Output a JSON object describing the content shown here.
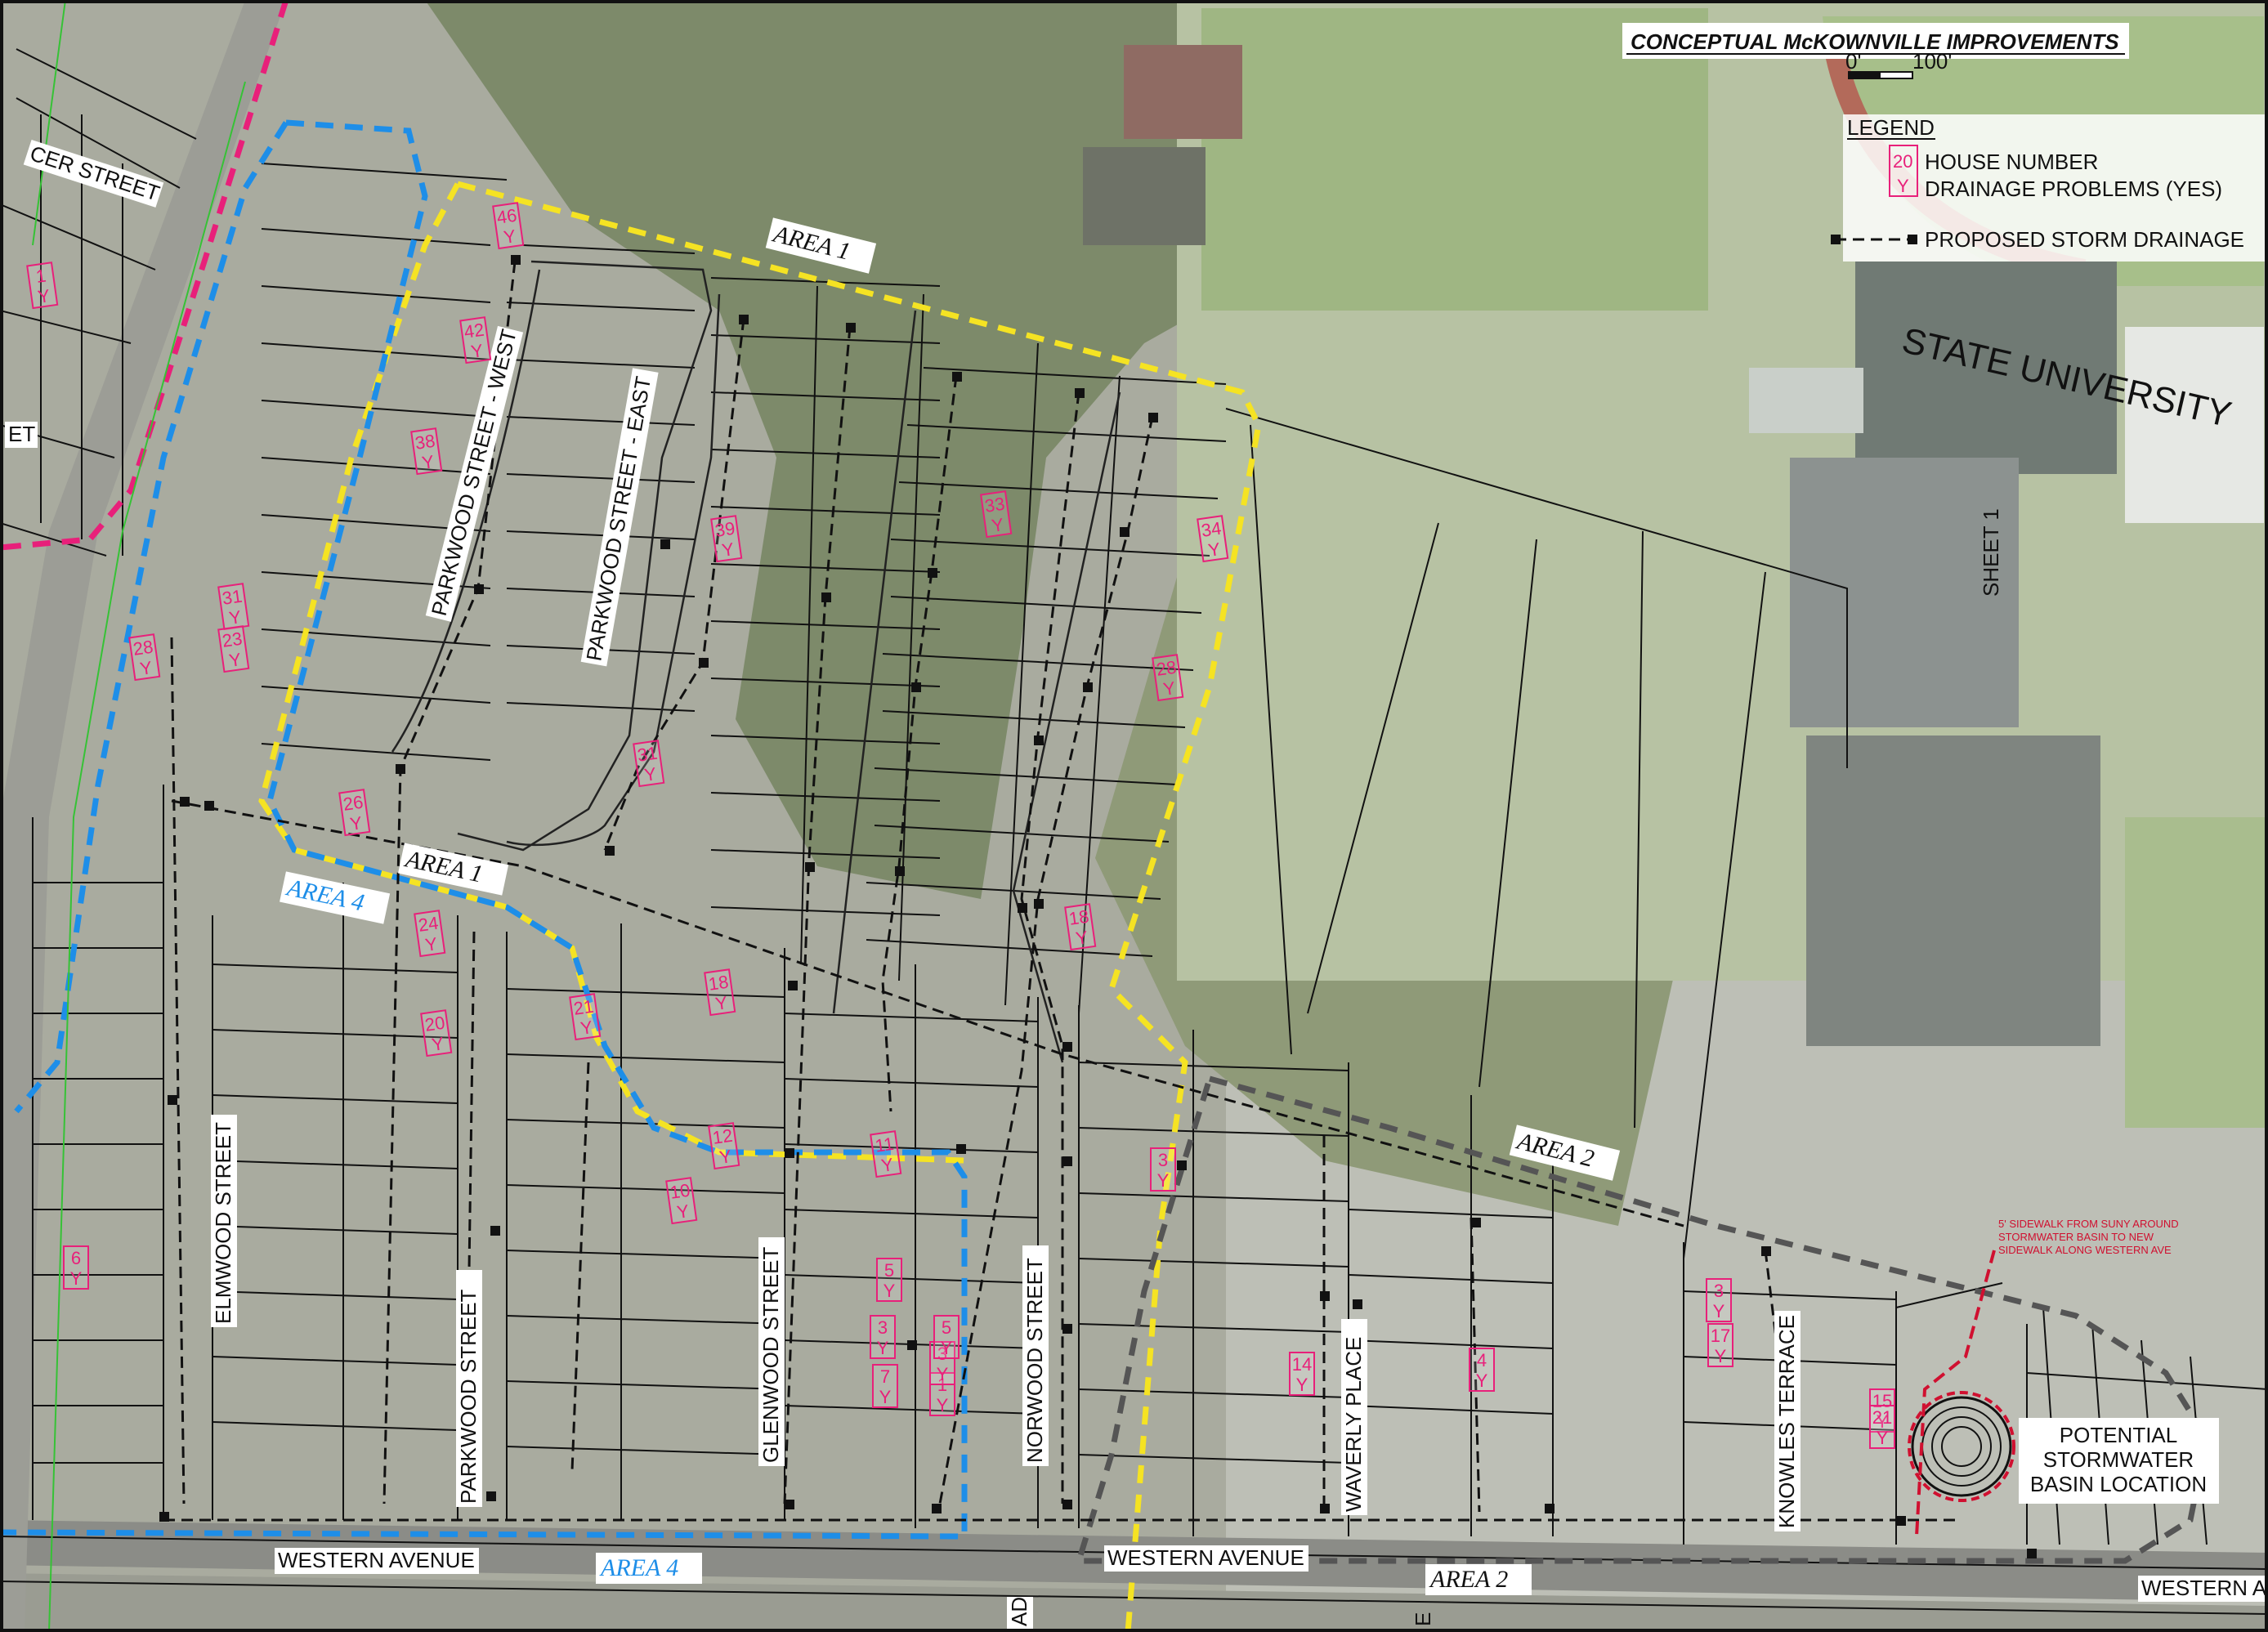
{
  "title": "CONCEPTUAL McKOWNVILLE IMPROVEMENTS",
  "scale": {
    "zero": "0'",
    "end": "100'"
  },
  "legend": {
    "heading": "LEGEND",
    "house_sample_number": "20",
    "house_sample_flag": "Y",
    "house_number_label": "HOUSE NUMBER",
    "drainage_label": "DRAINAGE PROBLEMS (YES)",
    "storm_label": "PROPOSED STORM DRAINAGE"
  },
  "colors": {
    "area1": "#f5e323",
    "area2": "#555555",
    "area4": "#1e8ee8",
    "storm": "#111111",
    "house_marker": "#e8207a",
    "sidewalk": "#d01030"
  },
  "streets": {
    "spencer": "CER STREET",
    "edge_left": "ET",
    "parkwood_west": "PARKWOOD STREET - WEST",
    "parkwood_east": "PARKWOOD STREET - EAST",
    "elmwood": "ELMWOOD STREET",
    "parkwood": "PARKWOOD STREET",
    "glenwood": "GLENWOOD STREET",
    "norwood": "NORWOOD STREET",
    "waverly": "WAVERLY PLACE",
    "knowles": "KNOWLES TERRACE",
    "western_left": "WESTERN AVENUE",
    "western_mid": "WESTERN AVENUE",
    "western_right": "WESTERN A",
    "bottom_ad": "AD",
    "bottom_e": "E"
  },
  "areas": {
    "area1_top": "AREA 1",
    "area1_mid": "AREA 1",
    "area2_mid": "AREA 2",
    "area2_bottom": "AREA 2",
    "area4_mid": "AREA 4",
    "area4_bottom": "AREA 4"
  },
  "landmarks": {
    "university": "STATE UNIVERSITY",
    "sheet": "SHEET 1",
    "basin_line1": "POTENTIAL",
    "basin_line2": "STORMWATER",
    "basin_line3": "BASIN LOCATION",
    "sidewalk_note_1": "5' SIDEWALK FROM SUNY AROUND",
    "sidewalk_note_2": "STORMWATER BASIN TO NEW",
    "sidewalk_note_3": "SIDEWALK ALONG WESTERN AVE"
  },
  "houses": [
    "1",
    "46",
    "42",
    "38",
    "31",
    "23",
    "28",
    "26",
    "39",
    "31",
    "33",
    "34",
    "28",
    "18",
    "24",
    "20",
    "21",
    "18",
    "12",
    "10",
    "11",
    "6",
    "5",
    "3",
    "7",
    "1",
    "3",
    "5",
    "3",
    "14",
    "4",
    "3",
    "17",
    "15",
    "21"
  ],
  "house_flag": "Y"
}
